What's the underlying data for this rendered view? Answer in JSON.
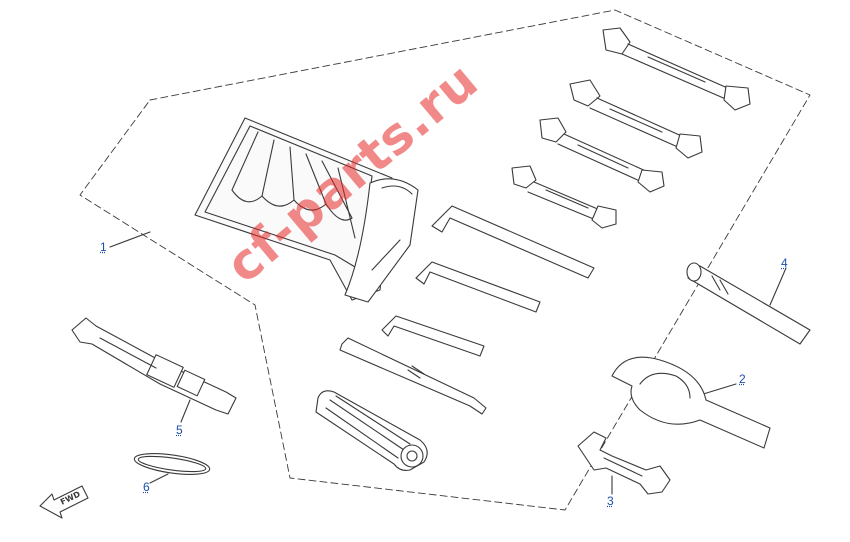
{
  "diagram": {
    "watermark": "cf-parts.ru",
    "fwd_label": "FWD",
    "colors": {
      "line": "#3a3a3a",
      "callout": "#1f4fa8",
      "watermark": "#e82828"
    },
    "callouts": [
      {
        "id": "1",
        "label": "1"
      },
      {
        "id": "2",
        "label": "2"
      },
      {
        "id": "3",
        "label": "3"
      },
      {
        "id": "4",
        "label": "4"
      },
      {
        "id": "5",
        "label": "5"
      },
      {
        "id": "6",
        "label": "6"
      }
    ]
  }
}
